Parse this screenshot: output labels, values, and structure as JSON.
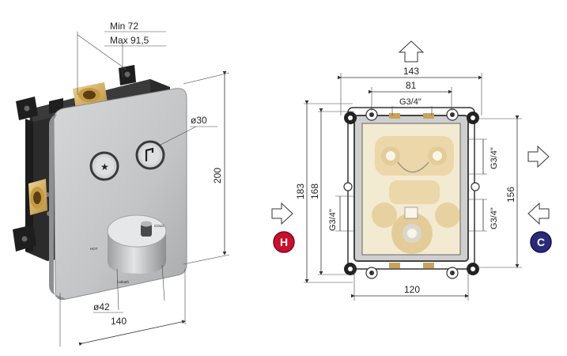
{
  "left_view": {
    "depth_min_label": "Min 72",
    "depth_max_label": "Max 91,5",
    "button_diameter_label": "ø30",
    "height_label": "200",
    "knob_diameter_label": "ø42",
    "width_label": "140",
    "knob_text_hot": "HOT",
    "knob_text_cold": "COLD",
    "brand_text": "hotbath"
  },
  "right_view": {
    "overall_width_label": "143",
    "inner_width_label": "81",
    "top_thread_label": "G3/4\"",
    "height_183_label": "183",
    "height_168_label": "168",
    "left_thread_label": "G3/4\"",
    "right_upper_thread_label": "G3/4\"",
    "right_lower_thread_label": "G3/4\"",
    "right_height_label": "156",
    "bottom_width_label": "120",
    "hot_badge": "H",
    "cold_badge": "C"
  },
  "colors": {
    "hot_badge": "#c8102e",
    "cold_badge": "#2b2a7a",
    "panel": "#c9cacb",
    "brass": "#d9b469",
    "housing": "#2a2a2a"
  }
}
